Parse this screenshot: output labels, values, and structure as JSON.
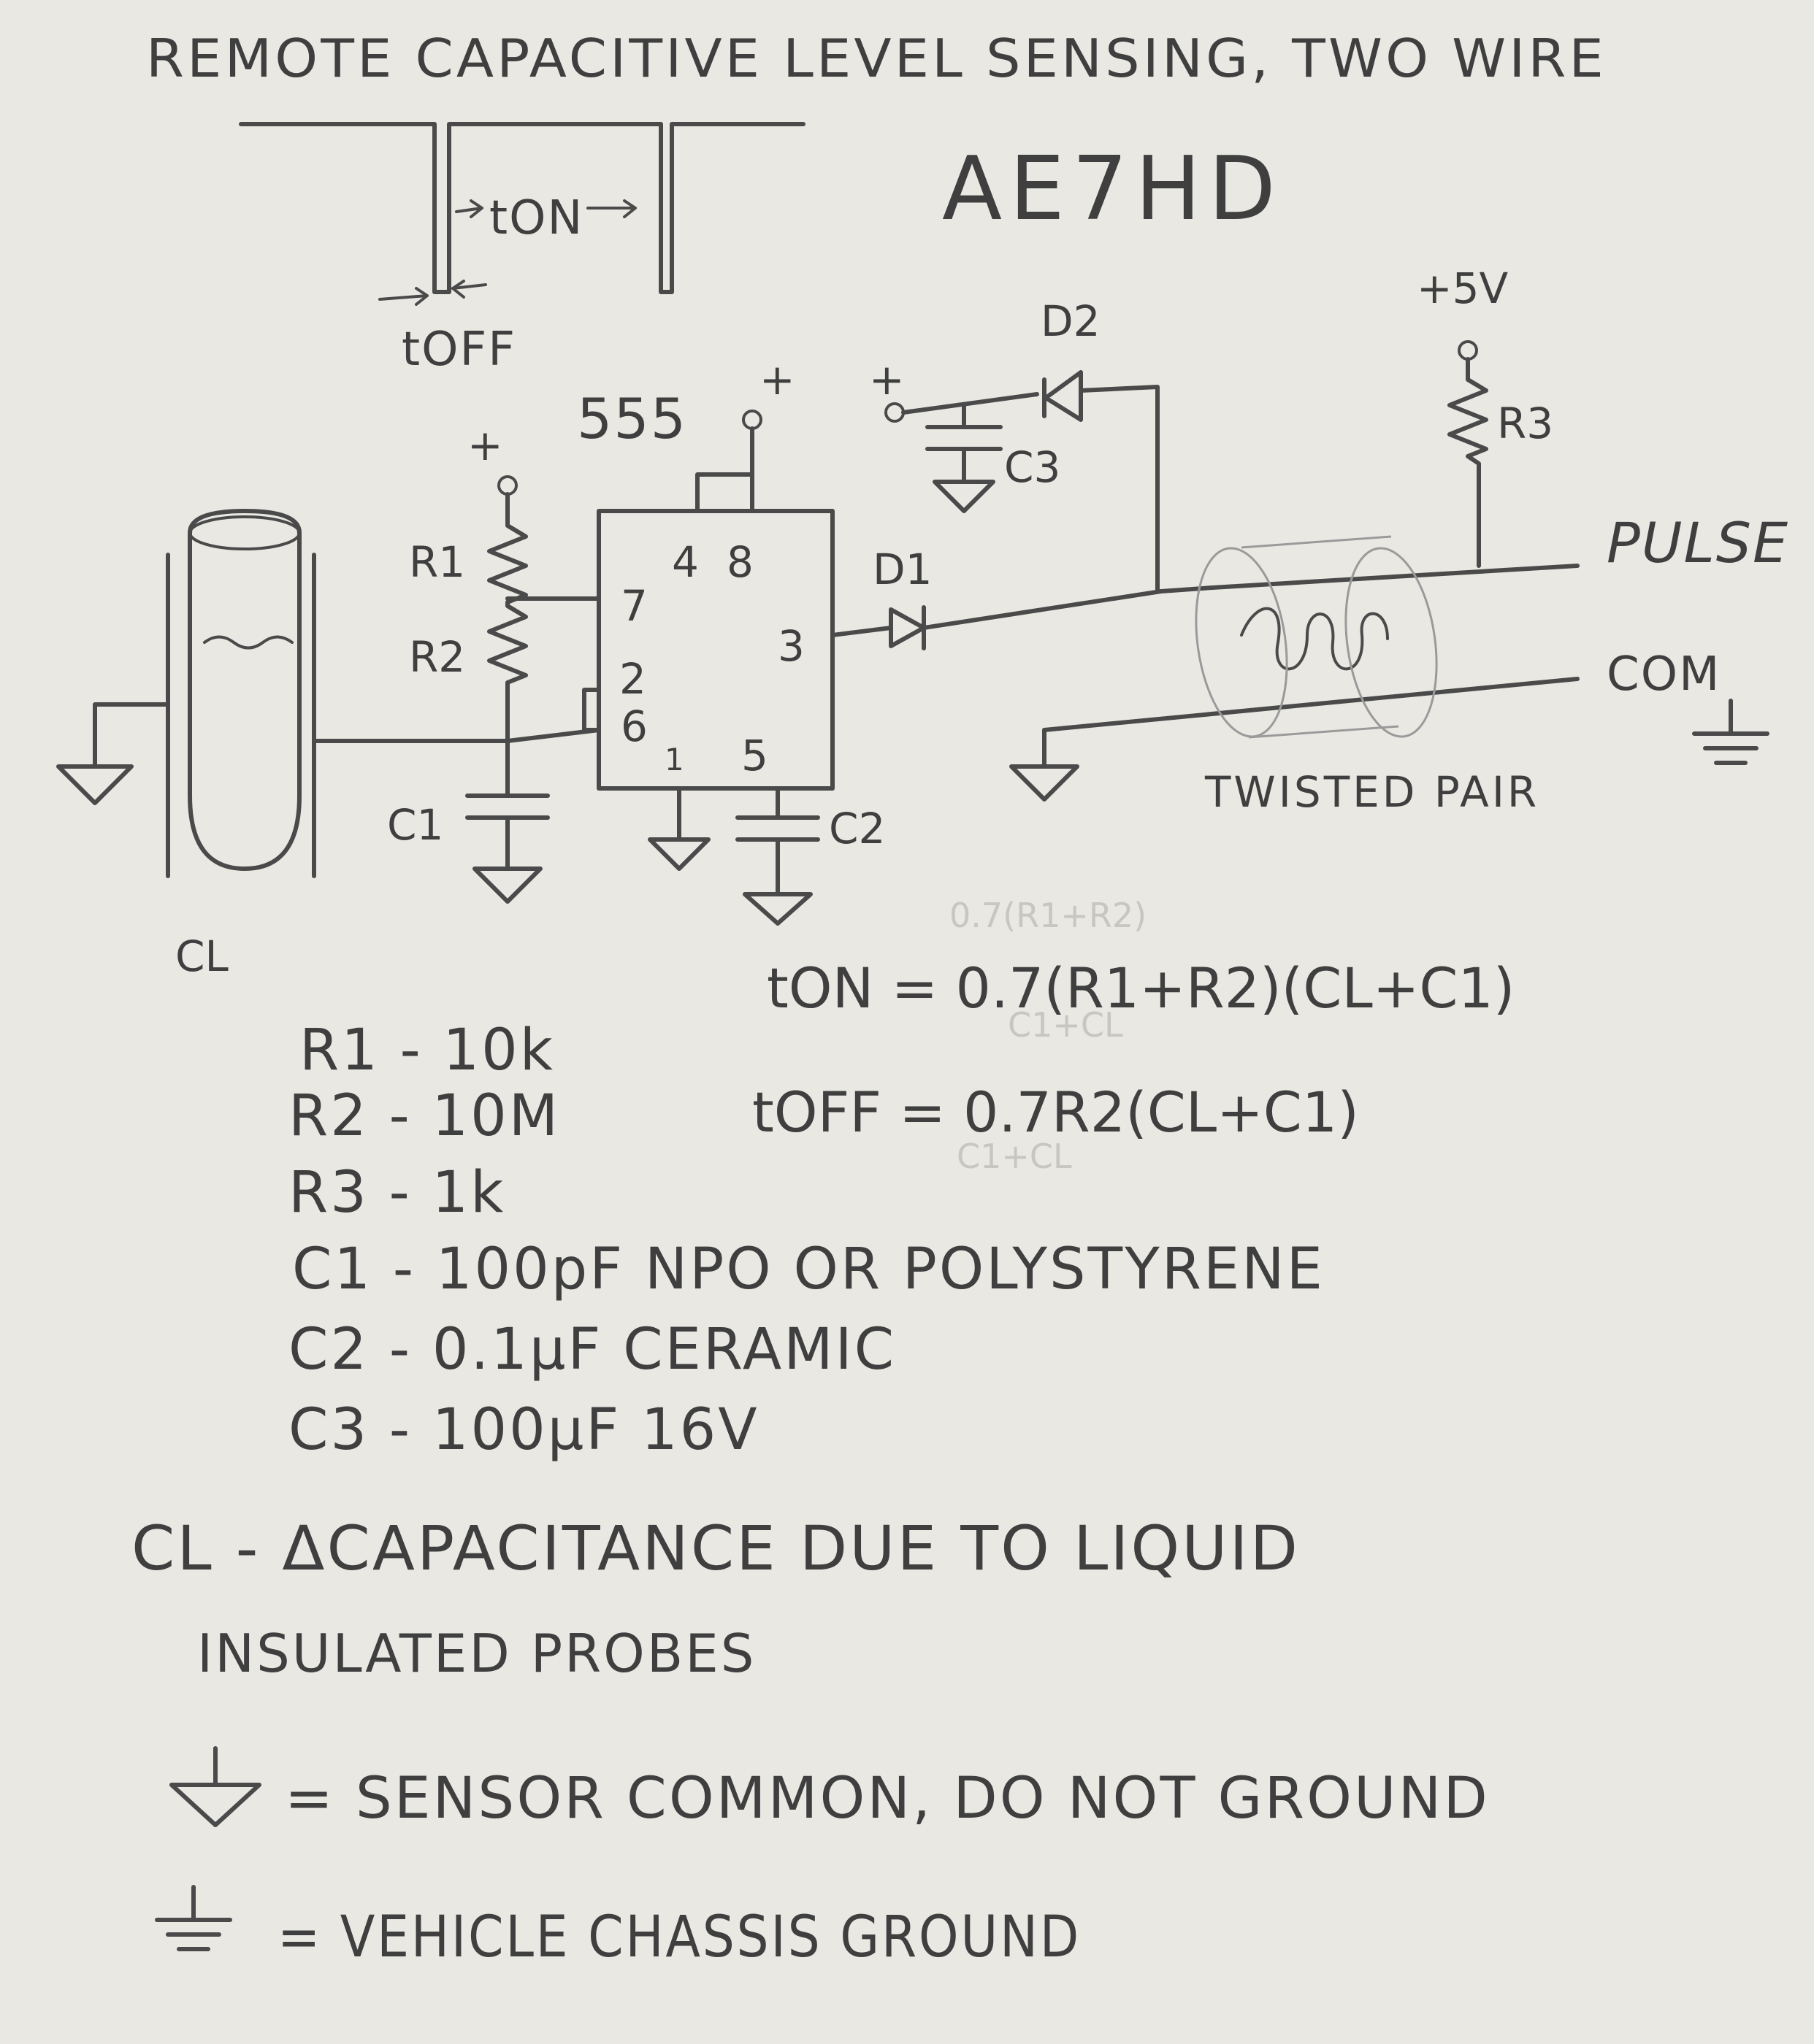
{
  "title": "REMOTE CAPACITIVE LEVEL SENSING, TWO WIRE",
  "author": "AE7HD",
  "timing": {
    "t_on": "tON",
    "t_off": "tOFF"
  },
  "labels": {
    "ic": "555",
    "pin4": "4",
    "pin8": "8",
    "pin7": "7",
    "pin3": "3",
    "pin2": "2",
    "pin6": "6",
    "pin1": "1",
    "pin5": "5",
    "r1": "R1",
    "r2": "R2",
    "r3": "R3",
    "c1": "C1",
    "c2": "C2",
    "c3": "C3",
    "d1": "D1",
    "d2": "D2",
    "cl": "CL",
    "plus5v": "+5V",
    "plus": "+",
    "pulse": "PULSE",
    "com": "COM",
    "twisted_pair": "TWISTED PAIR"
  },
  "formulas": {
    "ton": "tON = 0.7(R1+R2)(CL+C1)",
    "toff": "tOFF = 0.7R2(CL+C1)",
    "ghost1": "0.7(R1+R2)",
    "ghost2": "C1+CL",
    "ghost3": "C1+CL"
  },
  "parts": [
    "R1 - 10k",
    "R2 - 10M",
    "R3 - 1k",
    "C1 - 100pF NPO OR POLYSTYRENE",
    "C2 - 0.1µF CERAMIC",
    "C3 - 100µF 16V"
  ],
  "notes": {
    "cl_def": "CL - ΔCAPACITANCE DUE TO LIQUID",
    "probes": "INSULATED PROBES",
    "sensor_common": "= SENSOR COMMON, DO NOT GROUND",
    "chassis_ground": "= VEHICLE CHASSIS GROUND"
  }
}
